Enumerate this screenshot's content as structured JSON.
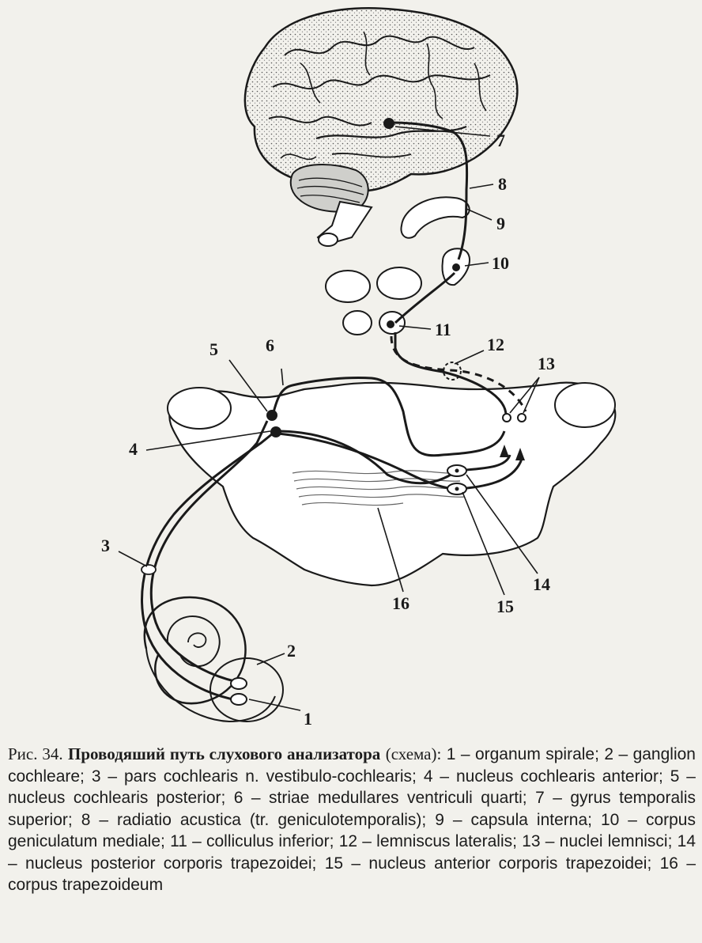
{
  "labels": {
    "l1": "1",
    "l2": "2",
    "l3": "3",
    "l4": "4",
    "l5": "5",
    "l6": "6",
    "l7": "7",
    "l8": "8",
    "l9": "9",
    "l10": "10",
    "l11": "11",
    "l12": "12",
    "l13": "13",
    "l14": "14",
    "l15": "15",
    "l16": "16"
  },
  "caption": {
    "prefix": "Рис. 34.",
    "title": "Проводяший путь слухового анализатора",
    "suffix": "(схема):",
    "legend": [
      "1 – organum spirale;",
      "2 – ganglion cochleare;",
      "3 – pars cochlearis n. vestibulo-cochlearis;",
      "4 – nucleus cochlearis anterior;",
      "5 – nucleus cochlearis posterior;",
      "6 – striae medullares ventriculi quarti;",
      "7 – gyrus temporalis superior;",
      "8 – radiatio acustica (tr. geniculotemporalis);",
      "9 – capsula interna;",
      "10 – corpus geniculatum mediale;",
      "11 – colliculus inferior;",
      "12 – lemniscus lateralis;",
      "13 – nuclei lemnisci;",
      "14 – nucleus posterior corporis trapezoidei;",
      "15 – nucleus anterior corporis trapezoidei;",
      "16 – corpus trapezoideum"
    ]
  }
}
